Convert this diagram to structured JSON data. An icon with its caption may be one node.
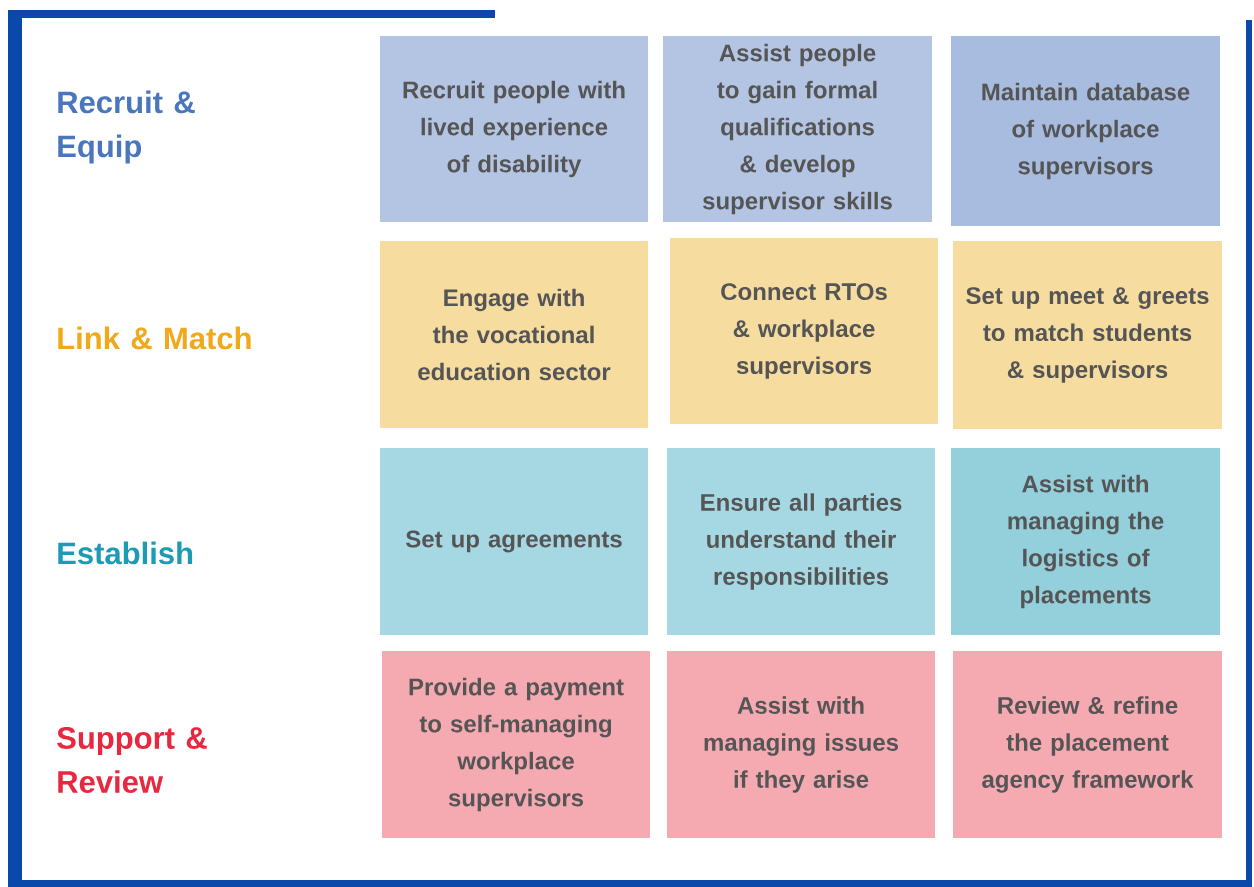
{
  "diagram": {
    "nodes": [
      {
        "text": [
          "Recruit people with lived experience of disability"
        ]
      },
      {
        "text": [
          "Assist people to gain formal qualifications & develop supervisor skills"
        ]
      },
      {
        "text": [
          "Maintain database of workplace supervisors"
        ]
      },
      {
        "text": [
          "Engage with the vocational education sector"
        ]
      },
      {
        "text": [
          "Connect RTOs & workplace supervisors"
        ]
      },
      {
        "text": [
          "Set up meet & greets to match students & supervisors"
        ]
      },
      {
        "text": [
          "Set up agreements"
        ]
      },
      {
        "text": [
          "Ensure all parties understand their responsibilities"
        ]
      },
      {
        "text": [
          "Assist with managing the logistics of placements"
        ]
      },
      {
        "text": [
          "Provide a payment to self-managing workplace supervisors"
        ]
      },
      {
        "text": [
          "Assist with managing issues if they arise"
        ]
      },
      {
        "text": [
          "Review & refine the placement agency framework"
        ]
      }
    ],
    "labels": [
      "Recruit & Equip",
      "Link & Match",
      "Establish",
      "Support & Review"
    ]
  }
}
